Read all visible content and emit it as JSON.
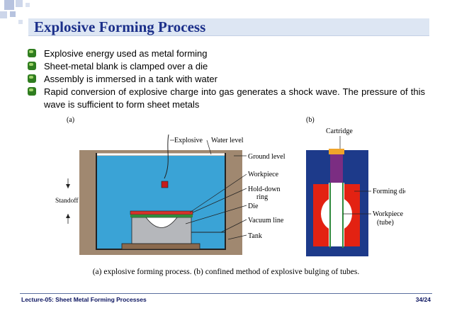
{
  "slide": {
    "title": "Explosive Forming Process",
    "bullets": [
      "Explosive energy used as metal forming",
      "Sheet-metal blank is clamped over a die",
      "Assembly is immersed in a tank with water",
      "Rapid conversion of explosive charge into gas generates a shock wave. The pressure of this wave is sufficient to form sheet metals"
    ],
    "bullet_icon": "green-gem-icon"
  },
  "figure": {
    "panel_a_label": "(a)",
    "panel_b_label": "(b)",
    "labels_a": {
      "explosive": "Explosive",
      "water_level": "Water  level",
      "ground_level": "Ground  level",
      "workpiece": "Workpiece",
      "hold_down_1": "Hold-down",
      "hold_down_2": "ring",
      "die": "Die",
      "vacuum_line": "Vacuum  line",
      "tank": "Tank",
      "standoff": "Standoff"
    },
    "labels_b": {
      "cartridge": "Cartridge",
      "forming_die": "Forming  die",
      "workpiece": "Workpiece",
      "tube": "(tube)"
    },
    "caption": "(a) explosive forming process.  (b) confined method of explosive bulging of tubes."
  },
  "footer": {
    "left": "Lecture-05: Sheet Metal Forming Processes",
    "right": "34/24"
  },
  "colors": {
    "title": "#1b2f8a",
    "water": "#3aa3d6",
    "ground": "#a08870",
    "die_red": "#e32212",
    "cartridge": "#7b2d82",
    "workpiece_green": "#2f8a3c"
  }
}
